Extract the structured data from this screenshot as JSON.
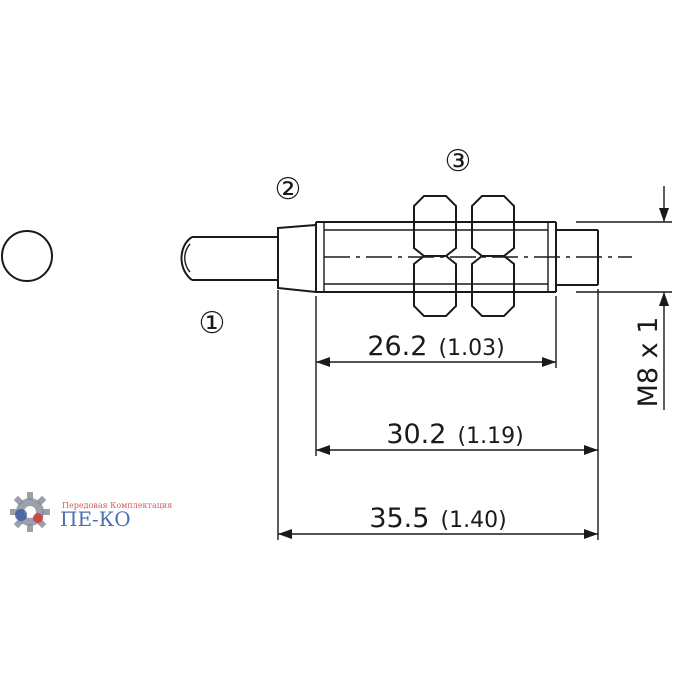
{
  "callouts": {
    "c1": "①",
    "c2": "②",
    "c3": "③"
  },
  "dimensions": {
    "d1": {
      "mm": "26.2",
      "inch": "(1.03)"
    },
    "d2": {
      "mm": "30.2",
      "inch": "(1.19)"
    },
    "d3": {
      "mm": "35.5",
      "inch": "(1.40)"
    },
    "thread": "M8 x 1"
  },
  "logo": {
    "name": "ПЕ-КО",
    "tagline": "Передовая Комплектация"
  },
  "colors": {
    "line": "#1a1a1a",
    "logo_blue": "#3d5fa8",
    "logo_red": "#d23a3a",
    "logo_grey": "#8a8f9c"
  }
}
